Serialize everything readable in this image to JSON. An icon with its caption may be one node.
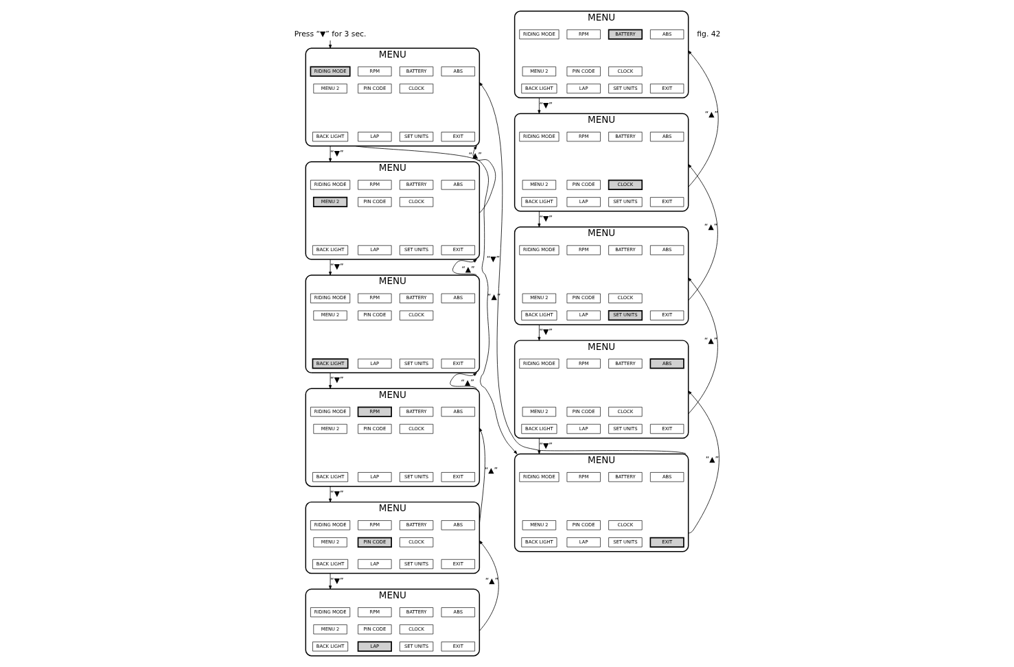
{
  "diagram": {
    "nodes": [
      {
        "text": [
          "Press “▼” for 3 sec."
        ]
      },
      {
        "text": [
          "MENU"
        ]
      },
      {
        "text": [
          "RIDING MODE"
        ],
        "in": 1
      },
      {
        "text": [
          "RPM"
        ],
        "in": 1
      },
      {
        "text": [
          "BATTERY"
        ],
        "in": 1
      },
      {
        "text": [
          "ABS"
        ],
        "in": 1
      },
      {
        "text": [
          "MENU 2"
        ],
        "in": 1
      },
      {
        "text": [
          "PIN CODE"
        ],
        "in": 1
      },
      {
        "text": [
          "CLOCK"
        ],
        "in": 1
      },
      {
        "text": [
          "BACK LIGHT"
        ],
        "in": 1
      },
      {
        "text": [
          "LAP"
        ],
        "in": 1
      },
      {
        "text": [
          "SET UNITS"
        ],
        "in": 1
      },
      {
        "text": [
          "EXIT"
        ],
        "in": 1
      },
      {
        "text": [
          "MENU"
        ]
      },
      {
        "text": [
          "RIDING MODE"
        ],
        "in": 13
      },
      {
        "text": [
          "RPM"
        ],
        "in": 13
      },
      {
        "text": [
          "BATTERY"
        ],
        "in": 13
      },
      {
        "text": [
          "ABS"
        ],
        "in": 13
      },
      {
        "text": [
          "MENU 2"
        ],
        "in": 13
      },
      {
        "text": [
          "PIN CODE"
        ],
        "in": 13
      },
      {
        "text": [
          "CLOCK"
        ],
        "in": 13
      },
      {
        "text": [
          "BACK LIGHT"
        ],
        "in": 13
      },
      {
        "text": [
          "LAP"
        ],
        "in": 13
      },
      {
        "text": [
          "SET UNITS"
        ],
        "in": 13
      },
      {
        "text": [
          "EXIT"
        ],
        "in": 13
      },
      {
        "text": [
          "MENU"
        ]
      },
      {
        "text": [
          "RIDING MODE"
        ],
        "in": 25
      },
      {
        "text": [
          "RPM"
        ],
        "in": 25
      },
      {
        "text": [
          "BATTERY"
        ],
        "in": 25
      },
      {
        "text": [
          "ABS"
        ],
        "in": 25
      },
      {
        "text": [
          "MENU 2"
        ],
        "in": 25
      },
      {
        "text": [
          "PIN CODE"
        ],
        "in": 25
      },
      {
        "text": [
          "CLOCK"
        ],
        "in": 25
      },
      {
        "text": [
          "BACK LIGHT"
        ],
        "in": 25
      },
      {
        "text": [
          "LAP"
        ],
        "in": 25
      },
      {
        "text": [
          "SET UNITS"
        ],
        "in": 25
      },
      {
        "text": [
          "EXIT"
        ],
        "in": 25
      },
      {
        "text": [
          "MENU"
        ]
      },
      {
        "text": [
          "RIDING MODE"
        ],
        "in": 37
      },
      {
        "text": [
          "RPM"
        ],
        "in": 37
      },
      {
        "text": [
          "BATTERY"
        ],
        "in": 37
      },
      {
        "text": [
          "ABS"
        ],
        "in": 37
      },
      {
        "text": [
          "MENU 2"
        ],
        "in": 37
      },
      {
        "text": [
          "PIN CODE"
        ],
        "in": 37
      },
      {
        "text": [
          "CLOCK"
        ],
        "in": 37
      },
      {
        "text": [
          "BACK LIGHT"
        ],
        "in": 37
      },
      {
        "text": [
          "LAP"
        ],
        "in": 37
      },
      {
        "text": [
          "SET UNITS"
        ],
        "in": 37
      },
      {
        "text": [
          "EXIT"
        ],
        "in": 37
      },
      {
        "text": [
          "MENU"
        ]
      },
      {
        "text": [
          "RIDING MODE"
        ],
        "in": 49
      },
      {
        "text": [
          "RPM"
        ],
        "in": 49
      },
      {
        "text": [
          "BATTERY"
        ],
        "in": 49
      },
      {
        "text": [
          "ABS"
        ],
        "in": 49
      },
      {
        "text": [
          "MENU 2"
        ],
        "in": 49
      },
      {
        "text": [
          "PIN CODE"
        ],
        "in": 49
      },
      {
        "text": [
          "CLOCK"
        ],
        "in": 49
      },
      {
        "text": [
          "BACK LIGHT"
        ],
        "in": 49
      },
      {
        "text": [
          "LAP"
        ],
        "in": 49
      },
      {
        "text": [
          "SET UNITS"
        ],
        "in": 49
      },
      {
        "text": [
          "EXIT"
        ],
        "in": 49
      },
      {
        "text": [
          "MENU"
        ]
      },
      {
        "text": [
          "RIDING MODE"
        ],
        "in": 61
      },
      {
        "text": [
          "RPM"
        ],
        "in": 61
      },
      {
        "text": [
          "BATTERY"
        ],
        "in": 61
      },
      {
        "text": [
          "ABS"
        ],
        "in": 61
      },
      {
        "text": [
          "MENU 2"
        ],
        "in": 61
      },
      {
        "text": [
          "PIN CODE"
        ],
        "in": 61
      },
      {
        "text": [
          "CLOCK"
        ],
        "in": 61
      },
      {
        "text": [
          "BACK LIGHT"
        ],
        "in": 61
      },
      {
        "text": [
          "LAP"
        ],
        "in": 61
      },
      {
        "text": [
          "SET UNITS"
        ],
        "in": 61
      },
      {
        "text": [
          "EXIT"
        ],
        "in": 61
      },
      {
        "text": [
          "MENU"
        ]
      },
      {
        "text": [
          "RIDING MODE"
        ],
        "in": 73
      },
      {
        "text": [
          "RPM"
        ],
        "in": 73
      },
      {
        "text": [
          "BATTERY"
        ],
        "in": 73
      },
      {
        "text": [
          "ABS"
        ],
        "in": 73
      },
      {
        "text": [
          "MENU 2"
        ],
        "in": 73
      },
      {
        "text": [
          "PIN CODE"
        ],
        "in": 73
      },
      {
        "text": [
          "CLOCK"
        ],
        "in": 73
      },
      {
        "text": [
          "BACK LIGHT"
        ],
        "in": 73
      },
      {
        "text": [
          "LAP"
        ],
        "in": 73
      },
      {
        "text": [
          "SET UNITS"
        ],
        "in": 73
      },
      {
        "text": [
          "EXIT"
        ],
        "in": 73
      },
      {
        "text": [
          "MENU"
        ]
      },
      {
        "text": [
          "RIDING MODE"
        ],
        "in": 85
      },
      {
        "text": [
          "RPM"
        ],
        "in": 85
      },
      {
        "text": [
          "BATTERY"
        ],
        "in": 85
      },
      {
        "text": [
          "ABS"
        ],
        "in": 85
      },
      {
        "text": [
          "MENU 2"
        ],
        "in": 85
      },
      {
        "text": [
          "PIN CODE"
        ],
        "in": 85
      },
      {
        "text": [
          "CLOCK"
        ],
        "in": 85
      },
      {
        "text": [
          "BACK LIGHT"
        ],
        "in": 85
      },
      {
        "text": [
          "LAP"
        ],
        "in": 85
      },
      {
        "text": [
          "SET UNITS"
        ],
        "in": 85
      },
      {
        "text": [
          "EXIT"
        ],
        "in": 85
      },
      {
        "text": [
          "MENU"
        ]
      },
      {
        "text": [
          "RIDING MODE"
        ],
        "in": 97
      },
      {
        "text": [
          "RPM"
        ],
        "in": 97
      },
      {
        "text": [
          "BATTERY"
        ],
        "in": 97
      },
      {
        "text": [
          "ABS"
        ],
        "in": 97
      },
      {
        "text": [
          "MENU 2"
        ],
        "in": 97
      },
      {
        "text": [
          "PIN CODE"
        ],
        "in": 97
      },
      {
        "text": [
          "CLOCK"
        ],
        "in": 97
      },
      {
        "text": [
          "BACK LIGHT"
        ],
        "in": 97
      },
      {
        "text": [
          "LAP"
        ],
        "in": 97
      },
      {
        "text": [
          "SET UNITS"
        ],
        "in": 97
      },
      {
        "text": [
          "EXIT"
        ],
        "in": 97
      },
      {
        "text": [
          "MENU"
        ]
      },
      {
        "text": [
          "RIDING MODE"
        ],
        "in": 109
      },
      {
        "text": [
          "RPM"
        ],
        "in": 109
      },
      {
        "text": [
          "BATTERY"
        ],
        "in": 109
      },
      {
        "text": [
          "ABS"
        ],
        "in": 109
      },
      {
        "text": [
          "MENU 2"
        ],
        "in": 109
      },
      {
        "text": [
          "PIN CODE"
        ],
        "in": 109
      },
      {
        "text": [
          "CLOCK"
        ],
        "in": 109
      },
      {
        "text": [
          "BACK LIGHT"
        ],
        "in": 109
      },
      {
        "text": [
          "LAP"
        ],
        "in": 109
      },
      {
        "text": [
          "SET UNITS"
        ],
        "in": 109
      },
      {
        "text": [
          "EXIT"
        ],
        "in": 109
      },
      {
        "text": [
          "MENU"
        ]
      },
      {
        "text": [
          "RIDING MODE"
        ],
        "in": 121
      },
      {
        "text": [
          "RPM"
        ],
        "in": 121
      },
      {
        "text": [
          "BATTERY"
        ],
        "in": 121
      },
      {
        "text": [
          "ABS"
        ],
        "in": 121
      },
      {
        "text": [
          "MENU 2"
        ],
        "in": 121
      },
      {
        "text": [
          "PIN CODE"
        ],
        "in": 121
      },
      {
        "text": [
          "CLOCK"
        ],
        "in": 121
      },
      {
        "text": [
          "BACK LIGHT"
        ],
        "in": 121
      },
      {
        "text": [
          "LAP"
        ],
        "in": 121
      },
      {
        "text": [
          "SET UNITS"
        ],
        "in": 121
      },
      {
        "text": [
          "EXIT"
        ],
        "in": 121
      }
    ],
    "edges": [
      {
        "from": 0,
        "to": 1,
        "arrow": "to"
      },
      {
        "from": 1,
        "to": 121,
        "arrow": "to",
        "label": "“▲”"
      },
      {
        "from": 1,
        "to": 13,
        "arrow": "to",
        "label": "“▼”"
      },
      {
        "from": 13,
        "to": 1,
        "arrow": "to",
        "label": "“▲”"
      },
      {
        "from": 13,
        "to": 25,
        "arrow": "to",
        "label": "“▼”"
      },
      {
        "from": 25,
        "to": 13,
        "arrow": "to",
        "label": "“▲”"
      },
      {
        "from": 25,
        "to": 37,
        "arrow": "to",
        "label": "“▼”"
      },
      {
        "from": 37,
        "to": 25,
        "arrow": "to",
        "label": "“▲”"
      },
      {
        "from": 37,
        "to": 49,
        "arrow": "to",
        "label": "“▼”"
      },
      {
        "from": 49,
        "to": 37,
        "arrow": "to",
        "label": "“▲”"
      },
      {
        "from": 49,
        "to": 61,
        "arrow": "to",
        "label": "“▼”"
      },
      {
        "from": 61,
        "to": 49,
        "arrow": "to",
        "label": "“▲”"
      },
      {
        "from": 73,
        "to": 85,
        "arrow": "to",
        "label": "“▼”"
      },
      {
        "from": 85,
        "to": 73,
        "arrow": "to",
        "label": "“▲”"
      },
      {
        "from": 85,
        "to": 97,
        "arrow": "to",
        "label": "“▼”"
      },
      {
        "from": 97,
        "to": 85,
        "arrow": "to",
        "label": "“▲”"
      },
      {
        "from": 97,
        "to": 109,
        "arrow": "to",
        "label": "“▼”"
      },
      {
        "from": 109,
        "to": 97,
        "arrow": "to",
        "label": "“▲”"
      },
      {
        "from": 109,
        "to": 121,
        "arrow": "to",
        "label": "“▼”"
      },
      {
        "from": 121,
        "to": 109,
        "arrow": "to",
        "label": "“▲”"
      },
      {
        "from": 121,
        "to": 1,
        "arrow": "to",
        "label": "“▼”"
      }
    ],
    "labels": [
      "fig. 42"
    ]
  }
}
